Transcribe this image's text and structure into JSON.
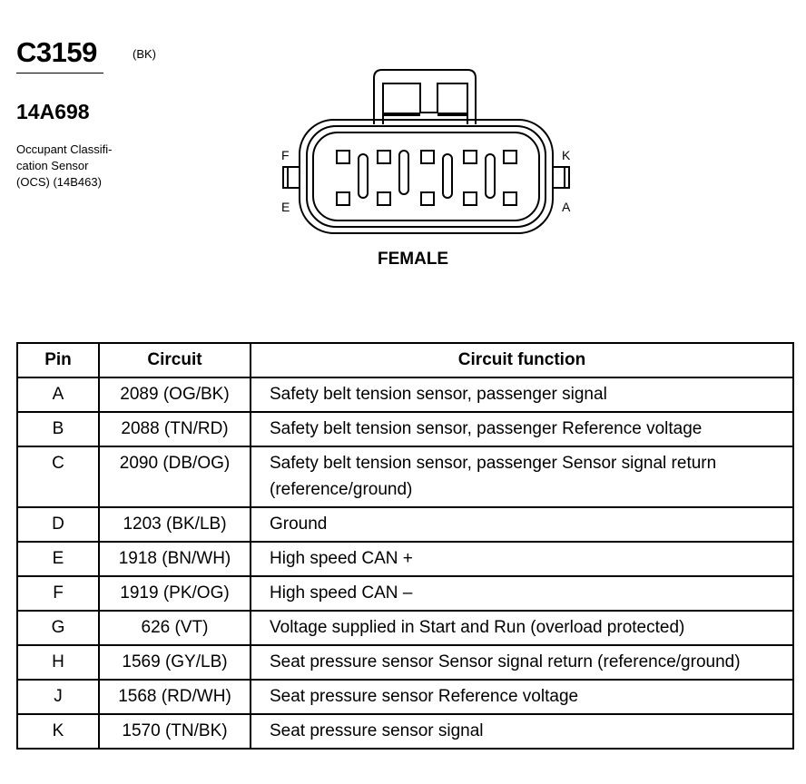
{
  "connector": {
    "id": "C3159",
    "color_code": "(BK)",
    "part_number": "14A698",
    "description_lines": [
      "Occupant Classifi-",
      "cation Sensor",
      "(OCS) (14B463)"
    ]
  },
  "diagram": {
    "pin_labels": {
      "top_left": "F",
      "bottom_left": "E",
      "top_right": "K",
      "bottom_right": "A"
    },
    "gender": "FEMALE"
  },
  "table": {
    "headers": {
      "pin": "Pin",
      "circuit": "Circuit",
      "function": "Circuit function"
    },
    "rows": [
      {
        "pin": "A",
        "circuit": "2089 (OG/BK)",
        "function": "Safety belt tension sensor, passenger signal"
      },
      {
        "pin": "B",
        "circuit": "2088 (TN/RD)",
        "function": "Safety belt tension sensor, passenger Reference voltage"
      },
      {
        "pin": "C",
        "circuit": "2090 (DB/OG)",
        "function": "Safety belt tension sensor, passenger Sensor signal return (reference/ground)"
      },
      {
        "pin": "D",
        "circuit": "1203 (BK/LB)",
        "function": "Ground"
      },
      {
        "pin": "E",
        "circuit": "1918 (BN/WH)",
        "function": "High speed CAN +"
      },
      {
        "pin": "F",
        "circuit": "1919 (PK/OG)",
        "function": "High speed CAN –"
      },
      {
        "pin": "G",
        "circuit": "626 (VT)",
        "function": "Voltage supplied in Start and Run (overload protected)"
      },
      {
        "pin": "H",
        "circuit": "1569 (GY/LB)",
        "function": "Seat pressure sensor  Sensor signal return (reference/ground)"
      },
      {
        "pin": "J",
        "circuit": "1568 (RD/WH)",
        "function": "Seat pressure sensor  Reference voltage"
      },
      {
        "pin": "K",
        "circuit": "1570 (TN/BK)",
        "function": "Seat pressure sensor  signal"
      }
    ]
  }
}
